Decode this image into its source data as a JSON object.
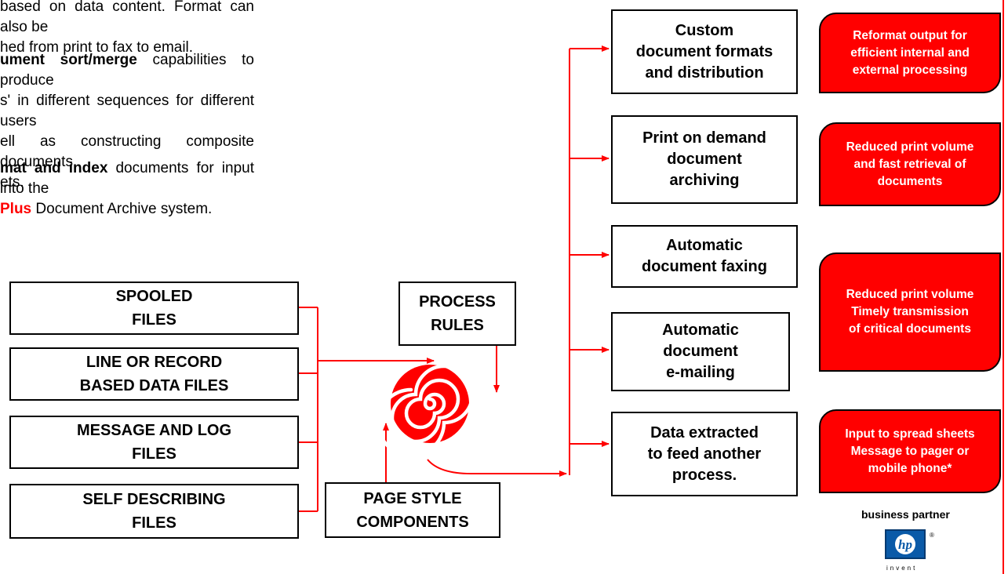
{
  "intro": {
    "p1_line1": "based on data content. Format can also be",
    "p1_line2": "hed from print to fax to email.",
    "p2_bold": "ument sort/merge",
    "p2_rest": " capabilities to produce",
    "p2_line2": "s' in different sequences for different users",
    "p2_line3": "ell as constructing composite documents",
    "p2_line4": "ets.",
    "p3_bold": "mat and index",
    "p3_rest": " documents for input into the",
    "p3_plus": "Plus",
    "p3_line2_rest": " Document Archive system."
  },
  "inputs": [
    {
      "label": "SPOOLED\nFILES"
    },
    {
      "label": "LINE OR RECORD\nBASED DATA FILES"
    },
    {
      "label": "MESSAGE AND LOG\nFILES"
    },
    {
      "label": "SELF DESCRIBING\nFILES"
    }
  ],
  "process_rules": "PROCESS\nRULES",
  "page_style": "PAGE STYLE\nCOMPONENTS",
  "outputs": [
    {
      "label": "Custom\ndocument formats\nand distribution"
    },
    {
      "label": "Print on demand\ndocument\narchiving"
    },
    {
      "label": "Automatic\ndocument faxing"
    },
    {
      "label": "Automatic\ndocument\ne-mailing"
    },
    {
      "label": "Data extracted\nto feed another\nprocess."
    }
  ],
  "benefits": [
    {
      "label": "Reformat output for\nefficient internal and\nexternal processing"
    },
    {
      "label": "Reduced print volume\nand fast retrieval of\ndocuments"
    },
    {
      "label": "Reduced print volume\nTimely transmission\nof critical documents"
    },
    {
      "label": "Input to spread sheets\nMessage to pager or\nmobile phone*"
    }
  ],
  "partner": {
    "caption": "business partner",
    "logo_text": "hp",
    "tagline": "invent"
  },
  "colors": {
    "accent": "#ff0000",
    "border": "#000000"
  }
}
